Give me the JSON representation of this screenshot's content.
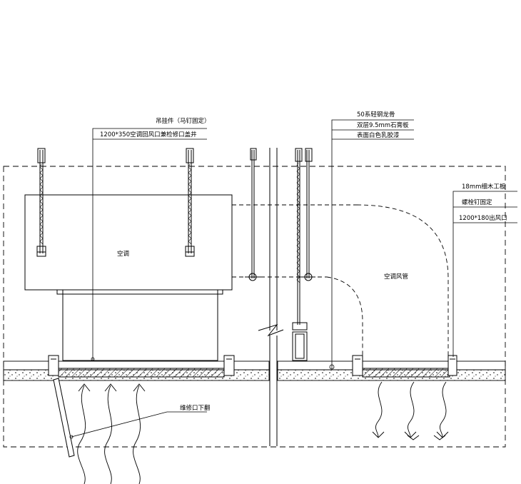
{
  "labels": {
    "fixing": "吊挂件（马钉固定）",
    "return_air": "1200*350空调回风口兼检修口盖井",
    "keel": "50系轻钢龙骨",
    "gypsum": "双层9.5mm石膏板",
    "finish": "表面白色乳胶漆",
    "wood": "18mm细木工板",
    "screw": "螺栓钉固定",
    "supply_air": "1200*180出风口",
    "ac_unit": "空调",
    "duct": "空调风管",
    "hatch": "维修口下翻"
  },
  "colors": {
    "line": "#000000",
    "background": "#ffffff"
  }
}
